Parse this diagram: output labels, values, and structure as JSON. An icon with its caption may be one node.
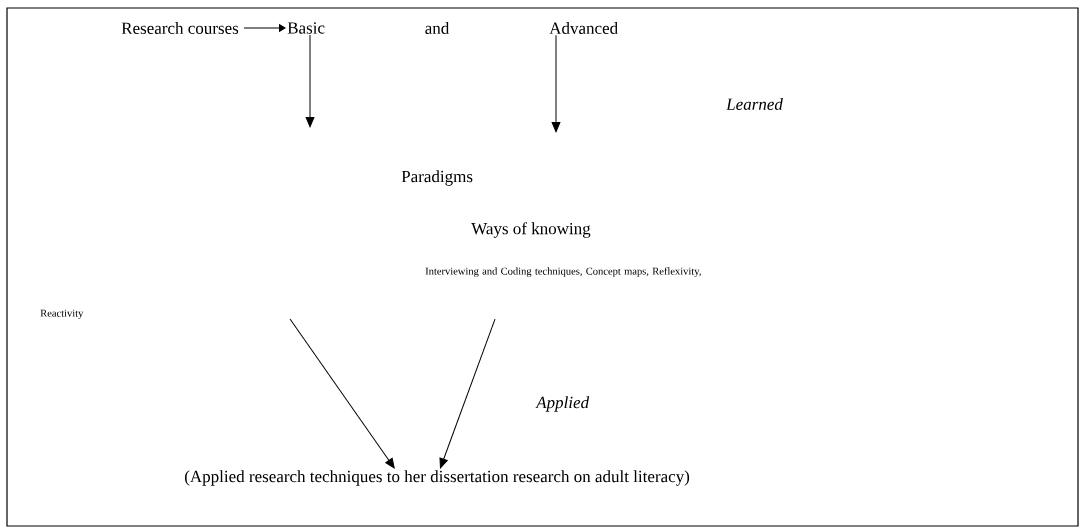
{
  "diagram": {
    "nodes": [
      {
        "text": [
          "Research courses"
        ]
      },
      {
        "text": [
          "Basic"
        ]
      },
      {
        "text": [
          "Advanced"
        ]
      },
      {
        "text": [
          "Interviewing and Coding techniques, Concept maps, Reflexivity, Reactivity"
        ]
      },
      {
        "text": [
          "(Applied research techniques to her dissertation research on adult literacy)"
        ]
      }
    ],
    "edges": [
      {
        "from": 0,
        "to": 1,
        "arrow": "to"
      },
      {
        "from": 1,
        "to": null,
        "arrow": "to"
      },
      {
        "from": 2,
        "to": null,
        "arrow": "to"
      },
      {
        "from": 3,
        "to": 4,
        "arrow": "to"
      },
      {
        "from": 3,
        "to": 4,
        "arrow": "to"
      }
    ],
    "labels": [
      "and",
      "*Learned*",
      "Paradigms",
      "Ways of knowing",
      "*Applied*"
    ]
  }
}
